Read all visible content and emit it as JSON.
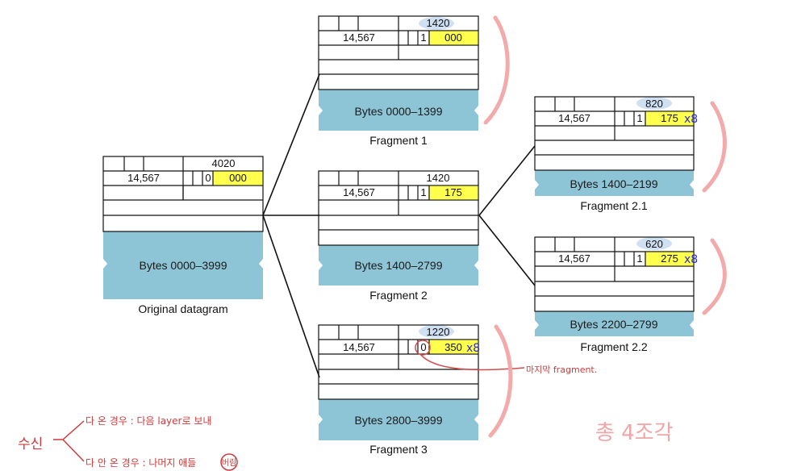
{
  "original": {
    "total_length": "4020",
    "identification": "14,567",
    "mf_flag": "0",
    "offset": "000",
    "bytes_label": "Bytes 0000–3999",
    "caption": "Original datagram"
  },
  "fragments": [
    {
      "id": "f1",
      "total_length": "1420",
      "identification": "14,567",
      "mf_flag": "1",
      "offset": "000",
      "bytes_label": "Bytes 0000–1399",
      "caption": "Fragment 1",
      "annotation": ""
    },
    {
      "id": "f2",
      "total_length": "1420",
      "identification": "14,567",
      "mf_flag": "1",
      "offset": "175",
      "bytes_label": "Bytes 1400–2799",
      "caption": "Fragment 2",
      "annotation": ""
    },
    {
      "id": "f3",
      "total_length": "1220",
      "identification": "14,567",
      "mf_flag": "0",
      "offset": "350",
      "bytes_label": "Bytes 2800–3999",
      "caption": "Fragment 3",
      "annotation": "x8"
    },
    {
      "id": "f21",
      "total_length": "820",
      "identification": "14,567",
      "mf_flag": "1",
      "offset": "175",
      "bytes_label": "Bytes 1400–2199",
      "caption": "Fragment 2.1",
      "annotation": "x8"
    },
    {
      "id": "f22",
      "total_length": "620",
      "identification": "14,567",
      "mf_flag": "1",
      "offset": "275",
      "bytes_label": "Bytes 2200–2799",
      "caption": "Fragment 2.2",
      "annotation": "x8"
    }
  ],
  "annotations": {
    "last_fragment_note": "마지막 fragment.",
    "total_note": "총 4조각",
    "receive_label": "수신",
    "receive_case1": "다 온 경우 : 다음 layer로 보내",
    "receive_case2": "다 안 온 경우 : 나머지 애들",
    "receive_case2_circled": "버림"
  },
  "colors": {
    "payload": "#8ec5d6",
    "offset_highlight": "#ffff4d",
    "outline": "#111111",
    "annotation_red": "#cf3b3b",
    "annotation_pink": "#f0a6a6",
    "annotation_blue": "#2b2bd6",
    "highlight_blue": "#cfe0f3"
  }
}
